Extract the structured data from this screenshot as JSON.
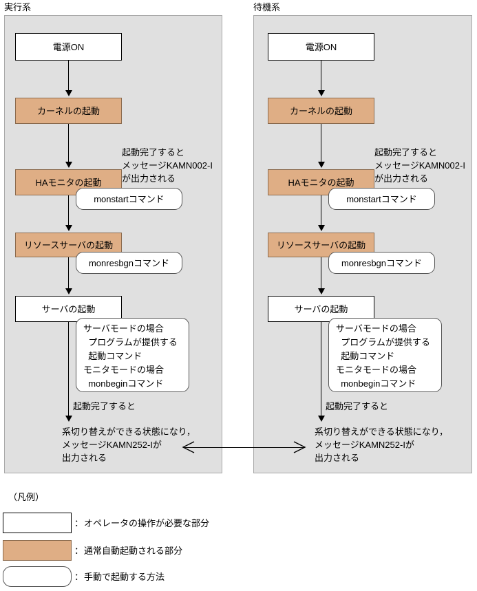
{
  "diagram": {
    "title_left": "実行系",
    "title_right": "待機系",
    "colors": {
      "panel_bg": "#e0e0e0",
      "auto_start_fill": "#dfae85",
      "manual_fill": "#ffffff",
      "line": "#000000"
    },
    "columns": [
      {
        "id": "active",
        "heading": "実行系",
        "nodes": [
          {
            "label": "電源ON",
            "kind": "manual"
          },
          {
            "label": "カーネルの起動",
            "kind": "auto"
          },
          {
            "label": "HAモニタの起動",
            "kind": "auto"
          },
          {
            "label": "リソースサーバの起動",
            "kind": "auto"
          },
          {
            "label": "サーバの起動",
            "kind": "manual"
          }
        ],
        "bubbles": [
          {
            "label": "monstartコマンド"
          },
          {
            "label": "monresbgnコマンド"
          },
          {
            "label": "サーバモードの場合\n  プログラムが提供する\n  起動コマンド\nモニタモードの場合\n  monbeginコマンド"
          }
        ],
        "notes": [
          {
            "label": "起動完了すると\nメッセージKAMN002-I\nが出力される"
          },
          {
            "label": "起動完了すると"
          },
          {
            "label": "系切り替えができる状態になり，\nメッセージKAMN252-Iが\n出力される"
          }
        ]
      },
      {
        "id": "standby",
        "heading": "待機系",
        "nodes": [
          {
            "label": "電源ON",
            "kind": "manual"
          },
          {
            "label": "カーネルの起動",
            "kind": "auto"
          },
          {
            "label": "HAモニタの起動",
            "kind": "auto"
          },
          {
            "label": "リソースサーバの起動",
            "kind": "auto"
          },
          {
            "label": "サーバの起動",
            "kind": "manual"
          }
        ],
        "bubbles": [
          {
            "label": "monstartコマンド"
          },
          {
            "label": "monresbgnコマンド"
          },
          {
            "label": "サーバモードの場合\n  プログラムが提供する\n  起動コマンド\nモニタモードの場合\n  monbeginコマンド"
          }
        ],
        "notes": [
          {
            "label": "起動完了すると\nメッセージKAMN002-I\nが出力される"
          },
          {
            "label": "起動完了すると"
          },
          {
            "label": "系切り替えができる状態になり，\nメッセージKAMN252-Iが\n出力される"
          }
        ]
      }
    ]
  },
  "legend": {
    "title": "（凡例）",
    "items": [
      {
        "swatch": "white-rect",
        "separator": "：",
        "label": "オペレータの操作が必要な部分"
      },
      {
        "swatch": "tan-rect",
        "separator": "：",
        "label": "通常自動起動される部分"
      },
      {
        "swatch": "white-rounded-rect",
        "separator": "：",
        "label": "手動で起動する方法"
      }
    ]
  }
}
